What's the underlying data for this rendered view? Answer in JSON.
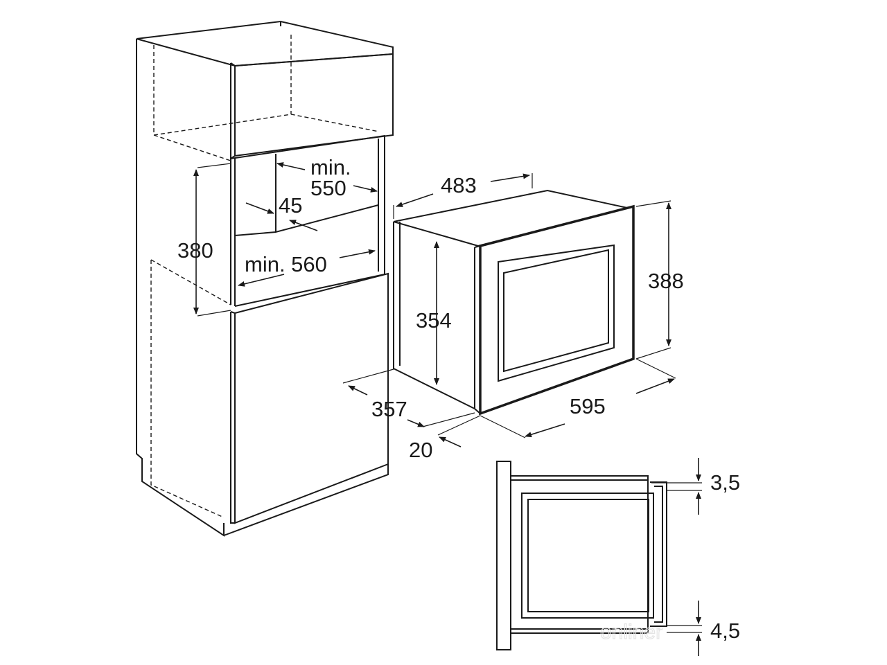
{
  "dimensions": {
    "niche_depth": {
      "line1": "min.",
      "line2": "550"
    },
    "vent_gap": "45",
    "niche_height": "380",
    "niche_width": "min. 560",
    "trim_width": "483",
    "trim_height": "388",
    "body_height": "354",
    "body_depth": "357",
    "frame_depth": "20",
    "front_width": "595",
    "top_clearance": "3,5",
    "bottom_clearance": "4,5"
  },
  "watermark": "onliner",
  "colors": {
    "line": "#1a1a1a",
    "background": "#ffffff",
    "watermark": "#e4e4e4"
  }
}
